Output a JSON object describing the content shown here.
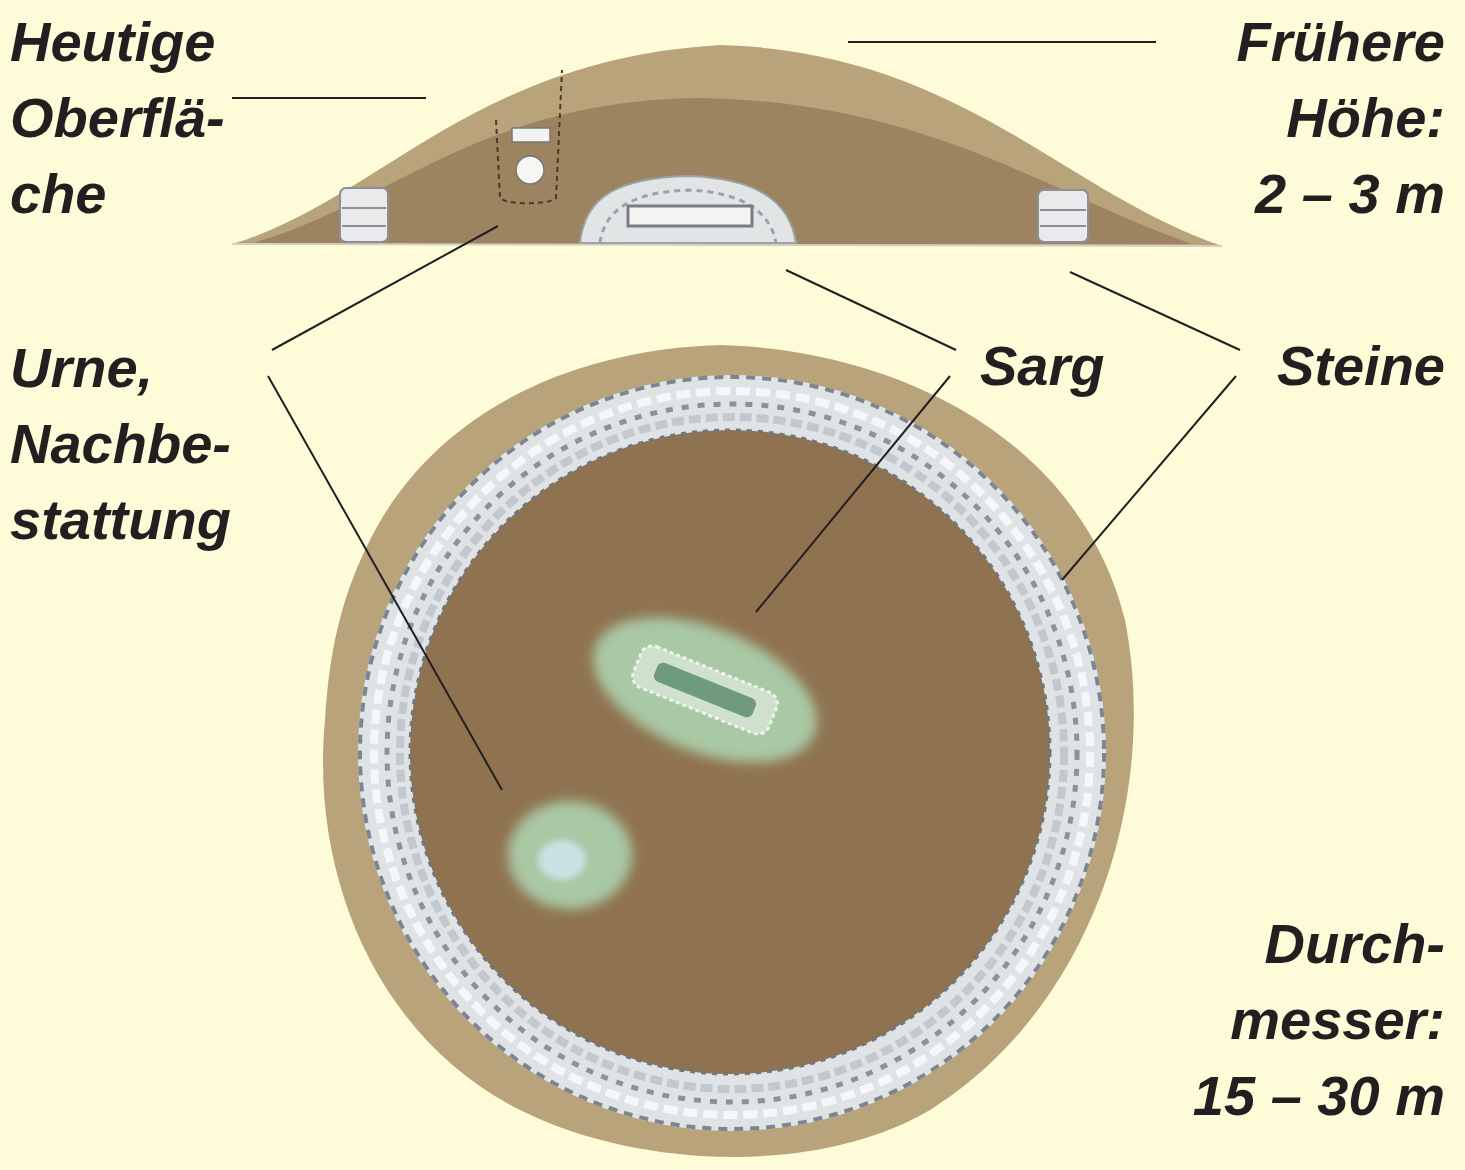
{
  "diagram": {
    "labels": [
      "Heutige Oberflä- che",
      "Frühere Höhe: 2 – 3 m",
      "Urne, Nachbe- stattung",
      "Sarg",
      "Steine",
      "Durch- messer: 15 – 30 m"
    ]
  }
}
